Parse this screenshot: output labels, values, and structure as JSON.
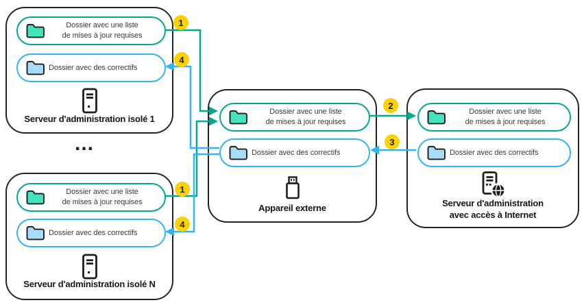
{
  "colors": {
    "teal": "#00a88e",
    "teal_folder_fill": "#42e3bd",
    "blue": "#31b4f2",
    "blue_folder_fill": "#a9dcf8",
    "badge_yellow": "#fdd205",
    "ink": "#1d1d1b",
    "background": "#ffffff"
  },
  "labels": {
    "folder_updates": "Dossier avec une liste\nde mises à jour requises",
    "folder_patches": "Dossier avec des correctifs",
    "ellipsis": "..."
  },
  "nodes": {
    "server_isolated_1": {
      "title": "Serveur d'administration isolé 1",
      "icon": "server-icon"
    },
    "server_isolated_n": {
      "title": "Serveur d'administration isolé N",
      "icon": "server-icon"
    },
    "external_device": {
      "title": "Appareil externe",
      "icon": "usb-drive-icon"
    },
    "server_internet": {
      "title": "Serveur d'administration\navec accès à Internet",
      "icon": "server-globe-icon"
    }
  },
  "badges": {
    "step1": "1",
    "step2": "2",
    "step3": "3",
    "step4": "4"
  }
}
